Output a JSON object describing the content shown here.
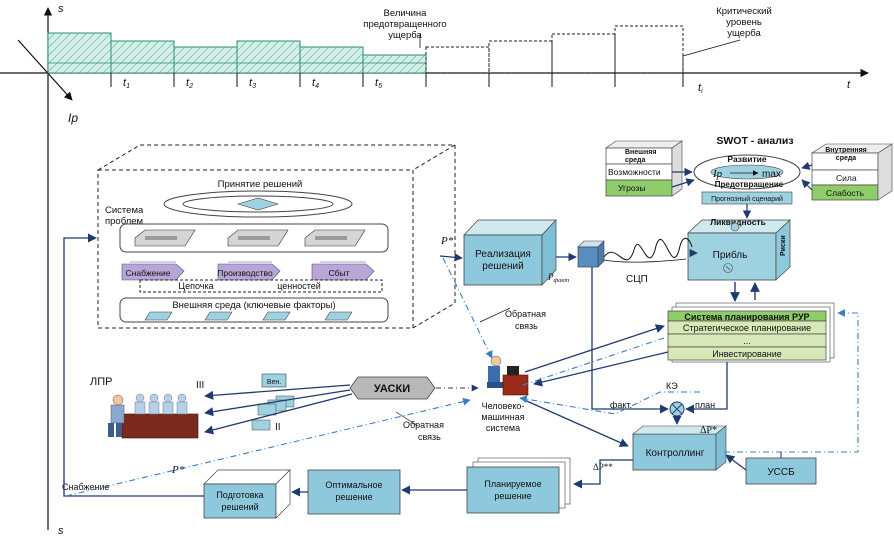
{
  "timeline": {
    "axis_s_top": "s",
    "axis_t": "t",
    "axis_ip": "Ip",
    "axis_s_bottom": "s",
    "ticks": [
      "t",
      "t",
      "t",
      "t",
      "t",
      "t"
    ],
    "tick_subs": [
      "1",
      "2",
      "3",
      "4",
      "5",
      "i"
    ],
    "prevented_damage_label": [
      "Величина",
      "предотвращенного",
      "ущерба"
    ],
    "critical_damage_label": [
      "Критический",
      "уровень",
      "ущерба"
    ]
  },
  "problems_box": {
    "title_lines": [
      "Система",
      "проблем"
    ],
    "decision_making": "Принятие решений",
    "chain_items": [
      "Снабжение",
      "Производство",
      "Сбыт"
    ],
    "value_chain": [
      "Цепочка",
      "ценностей"
    ],
    "environment": "Внешняя среда (ключевые факторы)"
  },
  "swot": {
    "title": "SWOT - анализ",
    "external_header": [
      "Внешняя",
      "среда"
    ],
    "opportunities": "Возможности",
    "threats": "Угрозы",
    "internal_header": [
      "Внутренняя",
      "среда"
    ],
    "strength": "Сила",
    "weakness": "Слабость",
    "development": "Развитие",
    "ip_label": "Ip",
    "max_label": "max",
    "prevention": "Предотвращение",
    "forecast": "Прогнозный сценарий",
    "liquidity": "Ликвидность",
    "profit": "Прибль",
    "risks": "Риски"
  },
  "flow": {
    "p_star_top": "P*",
    "realization": [
      "Реализация",
      "решений"
    ],
    "p_fact": "P",
    "p_fact_sub": "факт",
    "scp": "СЦП",
    "feedback_top": [
      "Обратная",
      "связь"
    ],
    "planning_system_title": "Система планирования РУР",
    "planning_rows": [
      "Стратегическое планирование",
      "...",
      "Инвестирование"
    ],
    "lpr": "ЛПР",
    "uaski": "УАСКИ",
    "roman_three": "III",
    "roman_two": "II",
    "ven": "Вен.",
    "hms": [
      "Человеко-",
      "машинная",
      "система"
    ],
    "feedback_bottom": [
      "Обратная",
      "связь"
    ],
    "ke": "КЭ",
    "fact": "факт.",
    "plan": "план",
    "delta_p_star": "ΔP*",
    "controlling": "Контроллинг",
    "ussb": "УССБ",
    "delta_p_2star": "ΔP**",
    "planned_solution": [
      "Планируемое",
      "решение"
    ],
    "optimal_solution": [
      "Оптимальное",
      "решение"
    ],
    "prepare_solutions": [
      "Подготовка",
      "решений"
    ],
    "p_star_bottom": "P*",
    "supply": "Снабжение"
  },
  "colors": {
    "teal_fill": "#c8ece4",
    "light_blue": "#9fd2e0",
    "blue_box": "#8ec8dc",
    "green_row": "#d6e9b7",
    "green_dark": "#8fcc6a",
    "navy_arrow": "#1f3a6e",
    "dashdot": "#3a7fc2",
    "hatch": "#4aa090"
  }
}
